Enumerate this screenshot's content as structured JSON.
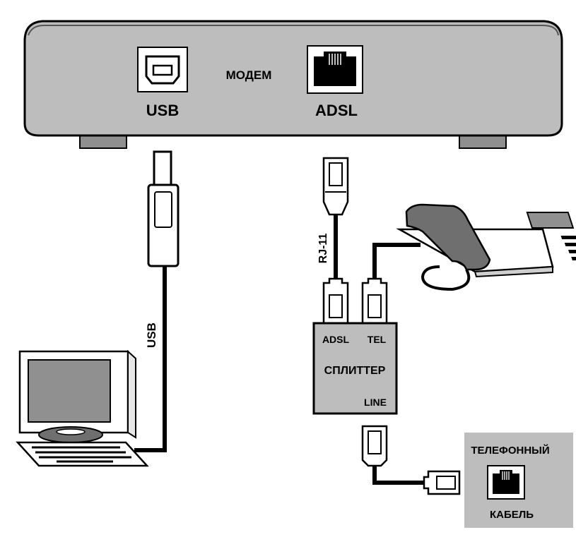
{
  "modem": {
    "label": "МОДЕМ",
    "usb_port_label": "USB",
    "adsl_port_label": "ADSL"
  },
  "cables": {
    "usb_label": "USB",
    "rj11_label": "RJ-11"
  },
  "splitter": {
    "adsl_label": "ADSL",
    "tel_label": "TEL",
    "title": "СПЛИТТЕР",
    "line_label": "LINE"
  },
  "wall_socket": {
    "top_label": "ТЕЛЕФОННЫЙ",
    "bottom_label": "КАБЕЛЬ"
  },
  "colors": {
    "body_gray": "#bdbdbd",
    "dark_gray": "#6f6f6f",
    "screen_gray": "#909090",
    "outline": "#000000"
  }
}
